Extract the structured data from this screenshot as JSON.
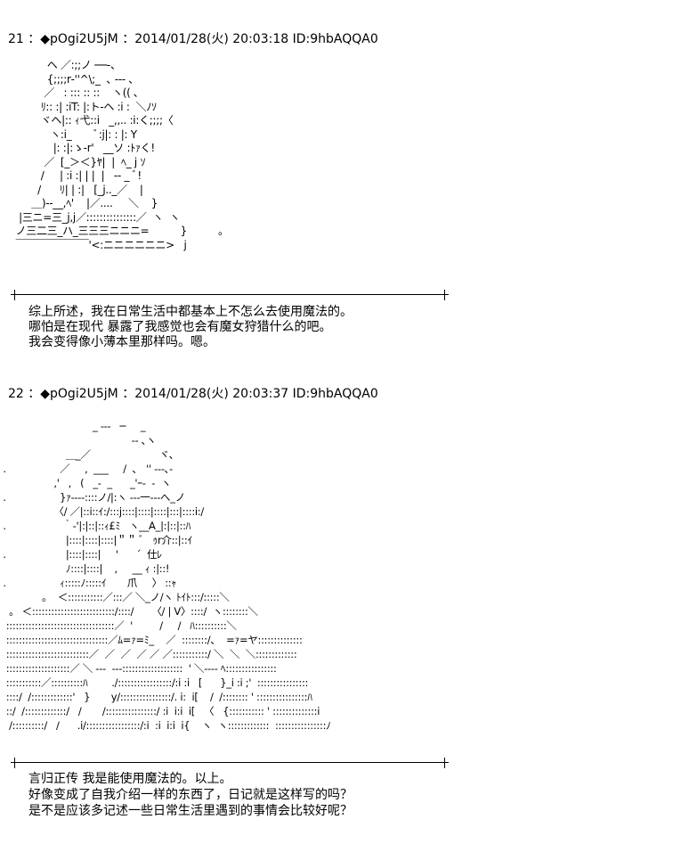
{
  "posts": [
    {
      "header": "21 ：◆pOgi2U5jM ：2014/01/28(火) 20:03:18 ID:9hbAQQA0",
      "art": "               ヘ ／:;;ノ ──-、\n               {;;;;r‐''^\\;_  ､ -‐- ､\n              ／   : ::: :: ::    ヽ(( ､\n             ﾘ:: :| :iT: |:ト-ヘ :i :  ＼ﾉｿ\n             ヾヘ|:: ｨ弋::i   _,,.. :i:く;;;;〈\n                ヽ:i_       ﾞ:j|: : |: Y\n                 |: :|:ゝ-r'   __ソ :ﾄｧく!\n              ／  [_＞＜}ﾔ|  |  ﾍ_ j ｿ\n             /     | :i :| | |  |   ‐- _ ﾞ!\n            /      ﾘ| | :|   [_j.._／    |\n          ＿)‐-__,ﾍ'    |／....     ＼    }\n      |三ニ=三_j,j／:::::::::::::::／  ヽ  ヽ\n     ノ三二三_ハ_三三三ニニニ=          }          。\n     ￣￣￣￣￣￣￣'<:ニニニニニニ>   j",
      "lines": [
        "综上所述，我在日常生活中都基本上不怎么去使用魔法的。",
        "哪怕是在现代 暴露了我感觉也会有魔女狩猎什么的吧。",
        "我会变得像小薄本里那样吗。嗯。"
      ]
    },
    {
      "header": "22 ：◆pOgi2U5jM ：2014/01/28(火) 20:03:37 ID:9hbAQQA0",
      "art": "                               _ -‐-   ─     _\n                                            ‐‐ ､ヽ\n                      ＿_／                       ヾ､\n .                  ／     ,  ___     /  ､   '' ‐‐-､-\n                  ,'   ,   (   _-  _      _'ｰ-  ‐  ヽ\n .                  }ｧ‐‐‐-::::ノ/|:ヽ ‐‐-一‐‐-へ_ノ\n                  〈/ ／|::i::ｲ:/:::j::::|::::|::::|:::|::::i:/\n .                   ｀‐'|:|::|::ｨ£ﾐ   ヽ__A_|:|::|::ﾊ\n                      |::::|::::|::::|＂＂ ﾞ   ｩr介::|::ｲ\n .                    |::::|::::|     '      ´  仕ﾚ\n                      ﾉ::::|::::|    ,     __ ｨ :|::!\n .                  ｨ:::::ﾉ:::::ｲ       爪     〉 ::ｬ\n              。  ＜:::::::::::／:::／ ＼_ノ/ヽ ﾄｲﾄ:::/:::::＼\n   。 ＜::::::::::::::::::::::::::/::::/      〈/ | V〉::::/  ヽ::::::::＼\n  ::::::::::::::::::::::::::::::::::／  '         /     /   ﾊ::::::::::＼\n  ::::::::::::::::::::::::::::::::／ﾑ=ｧ=ﾐ_    ／  ::::::::/、  =ｧ=ヤ::::::::::::::\n  ::::::::::::::::::::::::::／  ／  ／  ／ ／ ／:::::::::::/ ＼  ＼  ＼:::::::::::::\n  ::::::::::::::::::::／ ＼ ‐-‐  ‐-‐:::::::::::::::::::  ' ＼‐‐-‐ ﾍ::::::::::::::::\n  :::::::::::／::::::::::ﾊ        ./:::::::::::::::::/:i :i   [      }_i :i ;'  ::::::::::::::::\n  ::::/  /:::::::::::::'   }       y/::::::::::::::::/. i:  i[    /  /:::::::: ' ::::::::::::::::ﾊ\n  ::/  /:::::::::::::/   /       /::::::::::::::::/ :i  i:i  i[   〈   {::::::::::: ' ::::::::::::::i\n   /::::::::::/   /      .i/:::::::::::::::::/:i  :i  i:i  i{    ヽ  ヽ:::::::::::::  ::::::::::::::::ﾉ",
      "lines": [
        "言归正传 我是能使用魔法的。以上。",
        "好像变成了自我介绍一样的东西了，日记就是这样写的吗？",
        "是不是应该多记述一些日常生活里遇到的事情会比较好呢？"
      ]
    }
  ]
}
